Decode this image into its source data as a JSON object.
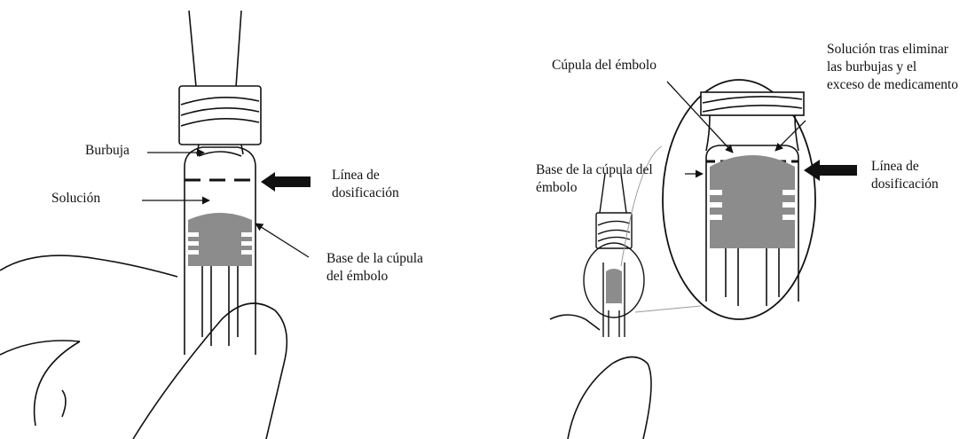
{
  "left_panel": {
    "labels": {
      "bubble": "Burbuja",
      "solution": "Solución",
      "dosing_line": [
        "Línea de",
        "dosificación"
      ],
      "plunger_dome_base": [
        "Base de la cúpula",
        "del émbolo"
      ]
    }
  },
  "right_panel": {
    "labels": {
      "plunger_dome": "Cúpula del émbolo",
      "solution_after": [
        "Solución tras eliminar",
        "las burbujas y el",
        "exceso de medicamento"
      ],
      "plunger_dome_base": [
        "Base de la cúpula del",
        "émbolo"
      ],
      "dosing_line": [
        "Línea de",
        "dosificación"
      ]
    }
  },
  "colors": {
    "ink": "#111111",
    "plunger_gray": "#8c8c8c",
    "background": "#ffffff"
  }
}
